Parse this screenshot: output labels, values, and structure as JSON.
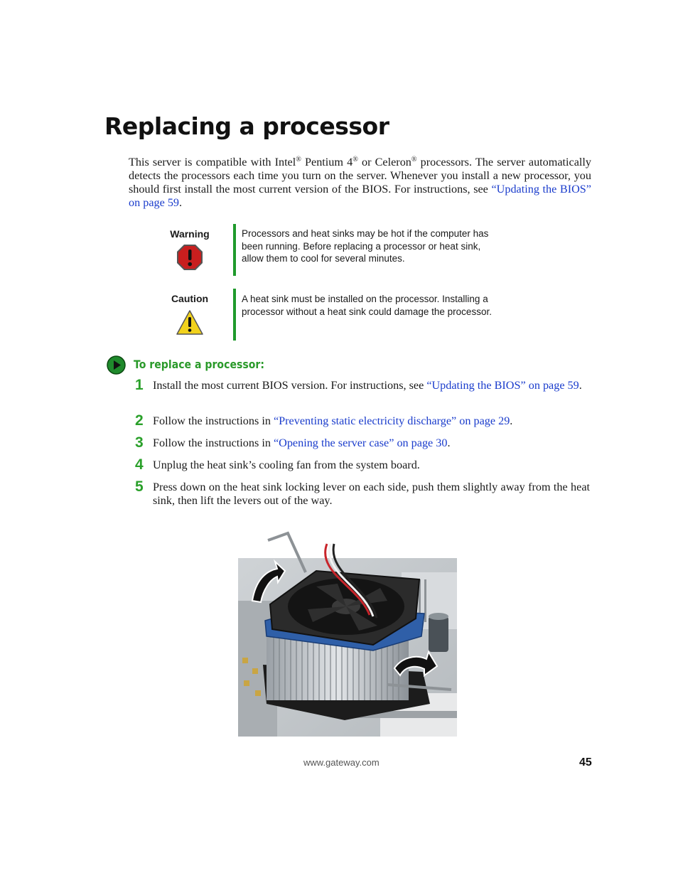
{
  "title": "Replacing a processor",
  "intro": {
    "p1": "This server is compatible with Intel",
    "reg1": "®",
    "p2": " Pentium 4",
    "reg2": "®",
    "p3": " or Celeron",
    "reg3": "®",
    "p4": " processors. The server automatically detects the processors each time you turn on the server. Whenever you install a new processor, you should first install the most current version of the BIOS. For instructions, see ",
    "link": "“Updating the BIOS” on page 59",
    "end": "."
  },
  "warning": {
    "label": "Warning",
    "text": "Processors and heat sinks may be hot if the computer has been running. Before replacing a processor or heat sink, allow them to cool for several minutes.",
    "icon": "stop-warning-icon",
    "color": "#c81e1e"
  },
  "caution": {
    "label": "Caution",
    "text": "A heat sink must be installed on the processor. Installing a processor without a heat sink could damage the processor.",
    "icon": "caution-triangle-icon",
    "color": "#f2d21c"
  },
  "procedure": {
    "heading": "To replace a processor:",
    "steps": [
      {
        "num": "1",
        "pre": "Install the most current BIOS version. For instructions, see ",
        "link": "“Updating the BIOS” on page 59",
        "post": "."
      },
      {
        "num": "2",
        "pre": "Follow the instructions in ",
        "link": "“Preventing static electricity discharge” on page 29",
        "post": "."
      },
      {
        "num": "3",
        "pre": "Follow the instructions in ",
        "link": "“Opening the server case” on page 30",
        "post": "."
      },
      {
        "num": "4",
        "pre": "Unplug the heat sink’s cooling fan from the system board.",
        "link": "",
        "post": ""
      },
      {
        "num": "5",
        "pre": "Press down on the heat sink locking lever on each side, push them slightly away from the heat sink, then lift the levers out of the way.",
        "link": "",
        "post": ""
      }
    ]
  },
  "footer": {
    "url": "www.gateway.com",
    "page": "45"
  },
  "colors": {
    "accent_green": "#2aa02a",
    "link_blue": "#1a3ccc"
  }
}
